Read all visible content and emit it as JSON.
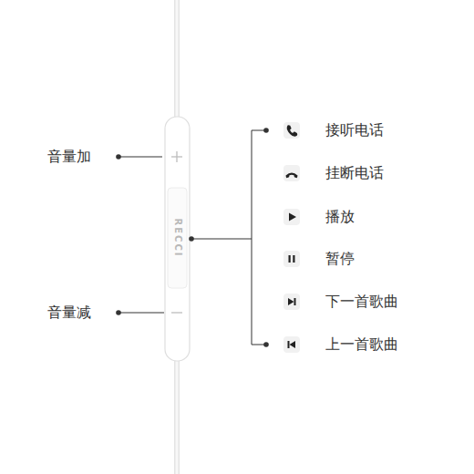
{
  "diagram": {
    "labels": [
      "音量加",
      "音量减",
      "RECCI",
      "接听电话",
      "挂断电话",
      "播放",
      "暂停",
      "下一首歌曲",
      "上一首歌曲"
    ]
  }
}
